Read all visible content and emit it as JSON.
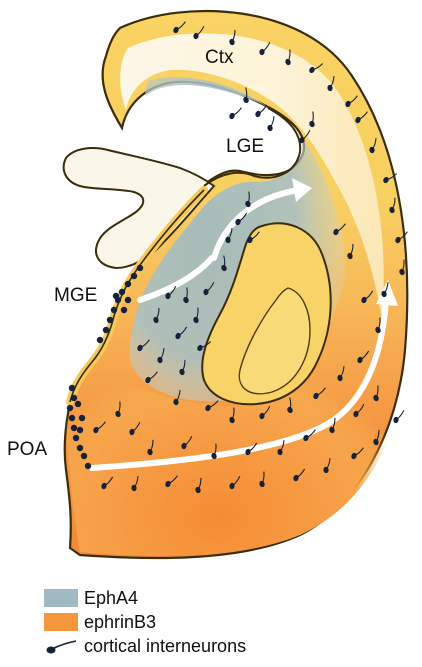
{
  "regions": {
    "ctx": "Ctx",
    "lge": "LGE",
    "mge": "MGE",
    "poa": "POA"
  },
  "legend": {
    "items": [
      {
        "label": "EphA4",
        "color": "#9fbac2"
      },
      {
        "label": "ephrinB3",
        "color": "#f5963c"
      },
      {
        "label": "cortical interneurons",
        "icon": "neuron-icon",
        "color": "#16213a"
      }
    ]
  },
  "colors": {
    "cortex_yellow": "#f8d66a",
    "cortex_light": "#fbf4e1",
    "ventricle_fill": "#fbf6ea",
    "outline": "#3b2d0c",
    "migration_arrow": "#ffffff"
  }
}
